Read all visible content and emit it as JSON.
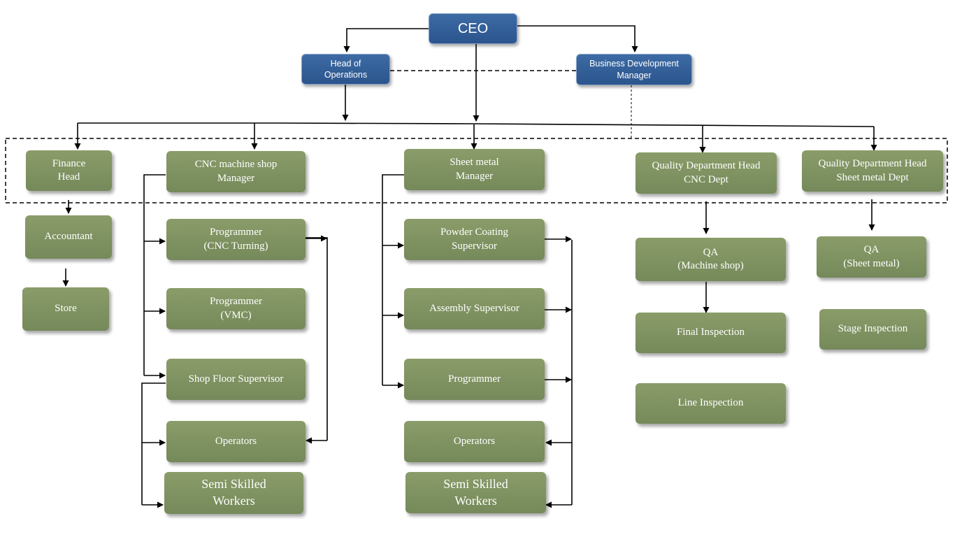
{
  "colors": {
    "executive": "#2e5a93",
    "department": "#7c8f5f",
    "connector": "#000000"
  },
  "chart": {
    "ceo": "CEO",
    "head_of_operations": "Head of\nOperations",
    "business_development_manager": "Business Development\nManager",
    "finance": {
      "head": "Finance\nHead",
      "accountant": "Accountant",
      "store": "Store"
    },
    "cnc": {
      "manager": "CNC machine shop\nManager",
      "programmer_turning": "Programmer\n(CNC Turning)",
      "programmer_vmc": "Programmer\n(VMC)",
      "shop_floor_supervisor": "Shop Floor Supervisor",
      "operators": "Operators",
      "semi_skilled_workers": "Semi Skilled\nWorkers"
    },
    "sheet_metal": {
      "manager": "Sheet metal\nManager",
      "powder_coating_supervisor": "Powder Coating\nSupervisor",
      "assembly_supervisor": "Assembly Supervisor",
      "programmer": "Programmer",
      "operators": "Operators",
      "semi_skilled_workers": "Semi Skilled\nWorkers"
    },
    "quality_cnc": {
      "head": "Quality Department Head\nCNC Dept",
      "qa": "QA\n(Machine shop)",
      "final_inspection": "Final Inspection",
      "line_inspection": "Line Inspection"
    },
    "quality_sheet_metal": {
      "head": "Quality Department Head\nSheet metal Dept",
      "qa": "QA\n(Sheet metal)",
      "stage_inspection": "Stage Inspection"
    }
  }
}
